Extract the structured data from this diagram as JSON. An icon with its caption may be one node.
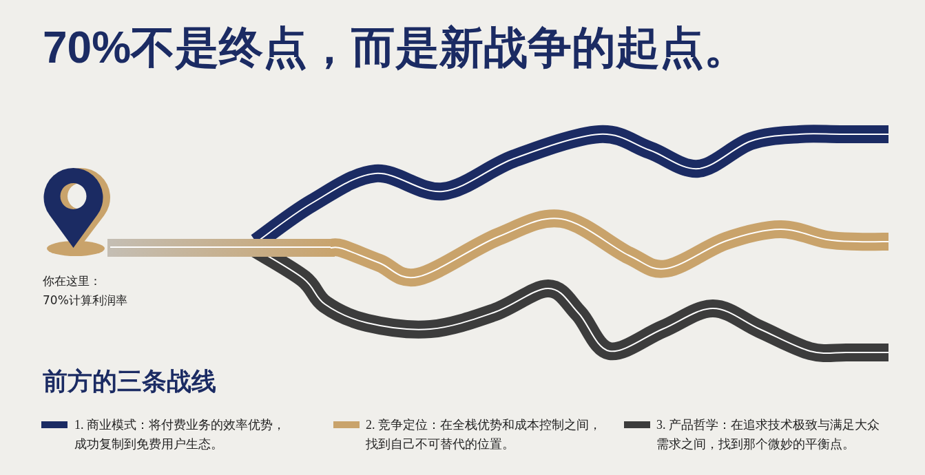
{
  "diagram": {
    "title": "70%不是终点，而是新战争的起点。",
    "labels": [
      "你在这里：",
      "70%计算利润率",
      "前方的三条战线"
    ],
    "legend": [
      {
        "text": "1. 商业模式：将付费业务的效率优势，成功复制到免费用户生态。",
        "color": "#1b2b63"
      },
      {
        "text": "2. 竞争定位：在全栈优势和成本控制之间，找到自己不可替代的位置。",
        "color": "#c9a36b"
      },
      {
        "text": "3. 产品哲学：在追求技术极致与满足大众需求之间，找到那个微妙的平衡点。",
        "color": "#3c3c3c"
      }
    ]
  }
}
